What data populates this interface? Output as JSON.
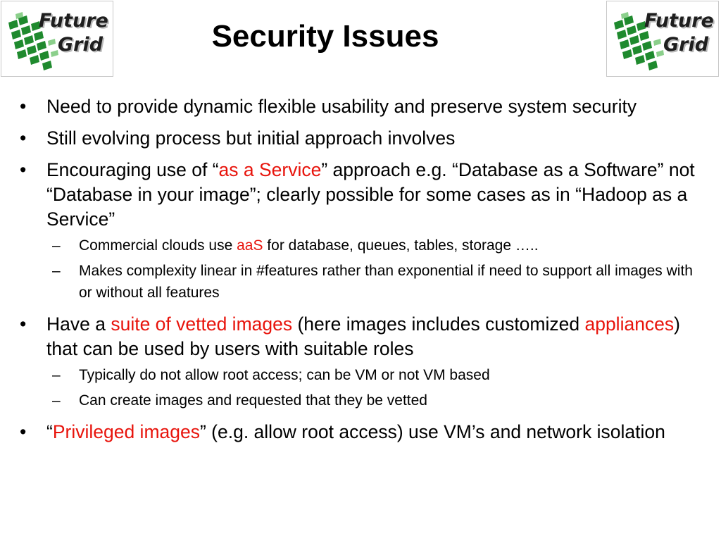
{
  "header": {
    "title": "Security Issues",
    "logo_line1": "Future",
    "logo_line2": "Grid"
  },
  "colors": {
    "accent": "#e8140c",
    "logo_green": "#1f8a2e"
  },
  "bullets": {
    "b1": {
      "text": "Need to provide dynamic flexible usability and preserve system security"
    },
    "b2": {
      "text": "Still evolving process but initial approach involves"
    },
    "b3": {
      "p1": "Encouraging use of “",
      "hl1": "as a Service",
      "p2": "” approach e.g. “Database as a Software” not “Database in your image”; clearly possible for some cases as in “Hadoop as a  Service”",
      "sub1": {
        "p1": "Commercial clouds use ",
        "hl": "aaS",
        "p2": " for database, queues, tables, storage ….."
      },
      "sub2": {
        "text": "Makes complexity linear in #features rather than exponential if need to support all images with or without all features"
      }
    },
    "b4": {
      "p1": "Have a ",
      "hl1": "suite of vetted images",
      "p2": " (here images includes customized ",
      "hl2": "appliances",
      "p3": ") that can be used by users with suitable roles",
      "sub1": {
        "text": "Typically do not allow root access; can be VM or not VM based"
      },
      "sub2": {
        "text": "Can create images and requested that they be vetted"
      }
    },
    "b5": {
      "p1": "“",
      "hl": "Privileged images",
      "p2": "” (e.g. allow root access) use VM’s and network isolation"
    }
  }
}
